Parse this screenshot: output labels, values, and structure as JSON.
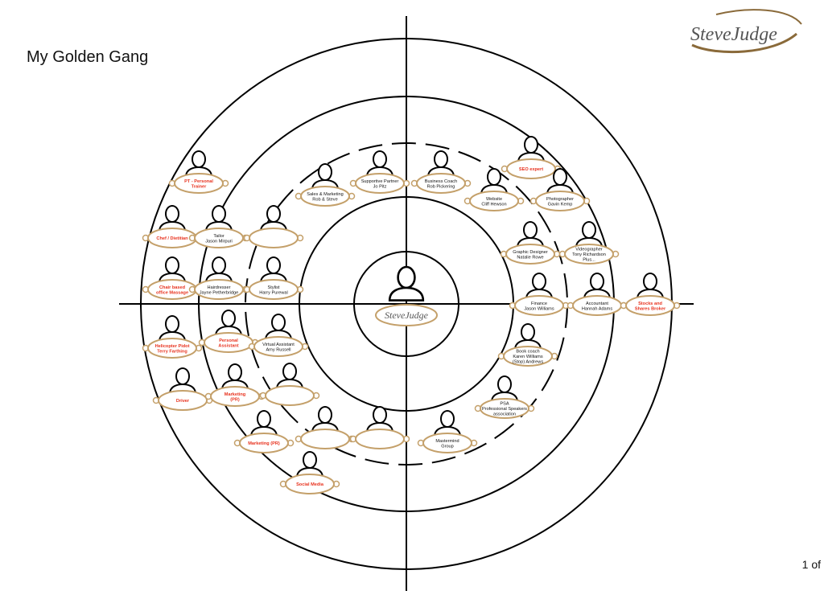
{
  "title": "My Golden Gang",
  "brand": "SteveJudge",
  "page_indicator": "1 of",
  "colors": {
    "line": "#000000",
    "highlight_label": "#e8321e",
    "normal_label": "#111111",
    "badge_border": "#c4a06a",
    "badge_fill": "#ffffff",
    "logo_arc": "#8a6a3a"
  },
  "center": {
    "label": "SteveJudge"
  },
  "people": [
    {
      "id": "pt-trainer",
      "lines": [
        "PT - Personal",
        "Trainer"
      ],
      "highlight": true
    },
    {
      "id": "chef",
      "lines": [
        "Chef / Dietitian"
      ],
      "highlight": true
    },
    {
      "id": "tailor",
      "lines": [
        "Tailor",
        "Jason Mirpuri"
      ],
      "highlight": false
    },
    {
      "id": "empty-1",
      "lines": [],
      "highlight": false
    },
    {
      "id": "chair-massage",
      "lines": [
        "Chair based",
        "office Massage"
      ],
      "highlight": true
    },
    {
      "id": "hairdresser",
      "lines": [
        "Hairdresser",
        "Jayne Petherbridge"
      ],
      "highlight": false
    },
    {
      "id": "stylist",
      "lines": [
        "Stylist",
        "Harry Purewal"
      ],
      "highlight": false
    },
    {
      "id": "sales-marketing",
      "lines": [
        "Sales & Marketing",
        "Rob & Steve"
      ],
      "highlight": false
    },
    {
      "id": "supportive-partner",
      "lines": [
        "Supportive Partner",
        "Jo Pitz"
      ],
      "highlight": false
    },
    {
      "id": "business-coach",
      "lines": [
        "Business Coach",
        "Rob Pickering"
      ],
      "highlight": false
    },
    {
      "id": "seo-expert",
      "lines": [
        "SEO expert"
      ],
      "highlight": true
    },
    {
      "id": "website",
      "lines": [
        "Website",
        "Cliff Hewson"
      ],
      "highlight": false
    },
    {
      "id": "photographer",
      "lines": [
        "Photographer",
        "Gavin Kemp"
      ],
      "highlight": false
    },
    {
      "id": "graphic-designer",
      "lines": [
        "Graphic Designer",
        "Natalie Rowe"
      ],
      "highlight": false
    },
    {
      "id": "videographer",
      "lines": [
        "Videographer",
        "Tony Richardson",
        "Plus..."
      ],
      "highlight": false
    },
    {
      "id": "finance",
      "lines": [
        "Finance",
        "Jason Williams"
      ],
      "highlight": false
    },
    {
      "id": "accountant",
      "lines": [
        "Accountant",
        "Hannah Adams"
      ],
      "highlight": false
    },
    {
      "id": "stocks-broker",
      "lines": [
        "Stocks and",
        "Shares Broker"
      ],
      "highlight": true
    },
    {
      "id": "book-coach",
      "lines": [
        "Book coach",
        "Karen Williams",
        "(Stop) Andrews"
      ],
      "highlight": false
    },
    {
      "id": "psa",
      "lines": [
        "PSA",
        "Professional Speakers",
        "association"
      ],
      "highlight": false
    },
    {
      "id": "mastermind",
      "lines": [
        "Mastermind",
        "Group"
      ],
      "highlight": false
    },
    {
      "id": "helicopter-pilot",
      "lines": [
        "Helicopter Pidot",
        "Terry Farthing"
      ],
      "highlight": true
    },
    {
      "id": "personal-assistant",
      "lines": [
        "Personal",
        "Assistant"
      ],
      "highlight": true
    },
    {
      "id": "virtual-assistant",
      "lines": [
        "Virtual Assistant",
        "Amy Russell"
      ],
      "highlight": false
    },
    {
      "id": "driver",
      "lines": [
        "Driver"
      ],
      "highlight": true
    },
    {
      "id": "marketing-pr-1",
      "lines": [
        "Marketing",
        "(PR)"
      ],
      "highlight": true
    },
    {
      "id": "empty-2",
      "lines": [],
      "highlight": false
    },
    {
      "id": "marketing-pr-2",
      "lines": [
        "Marketing (PR)"
      ],
      "highlight": true
    },
    {
      "id": "empty-3",
      "lines": [],
      "highlight": false
    },
    {
      "id": "empty-4",
      "lines": [],
      "highlight": false
    },
    {
      "id": "social-media",
      "lines": [
        "Social Media"
      ],
      "highlight": true
    }
  ]
}
